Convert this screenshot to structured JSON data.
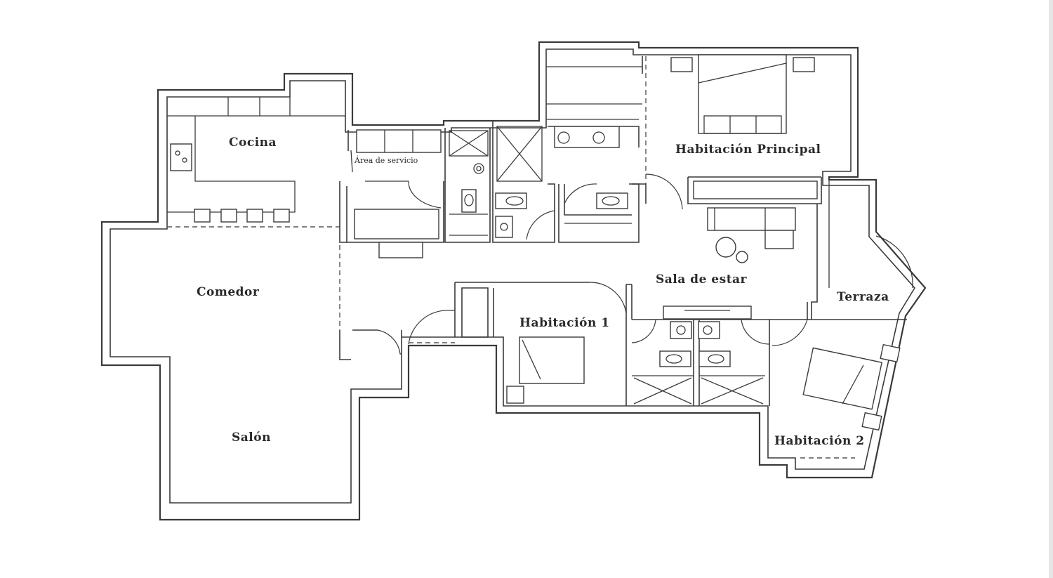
{
  "rooms": {
    "cocina": "Cocina",
    "area_servicio": "Área de servicio",
    "comedor": "Comedor",
    "salon": "Salón",
    "habitacion_principal": "Habitación Principal",
    "sala_estar": "Sala de estar",
    "habitacion_1": "Habitación 1",
    "terraza": "Terraza",
    "habitacion_2": "Habitación 2"
  },
  "colors": {
    "wall": "#3a3a3a",
    "background": "#ffffff"
  }
}
